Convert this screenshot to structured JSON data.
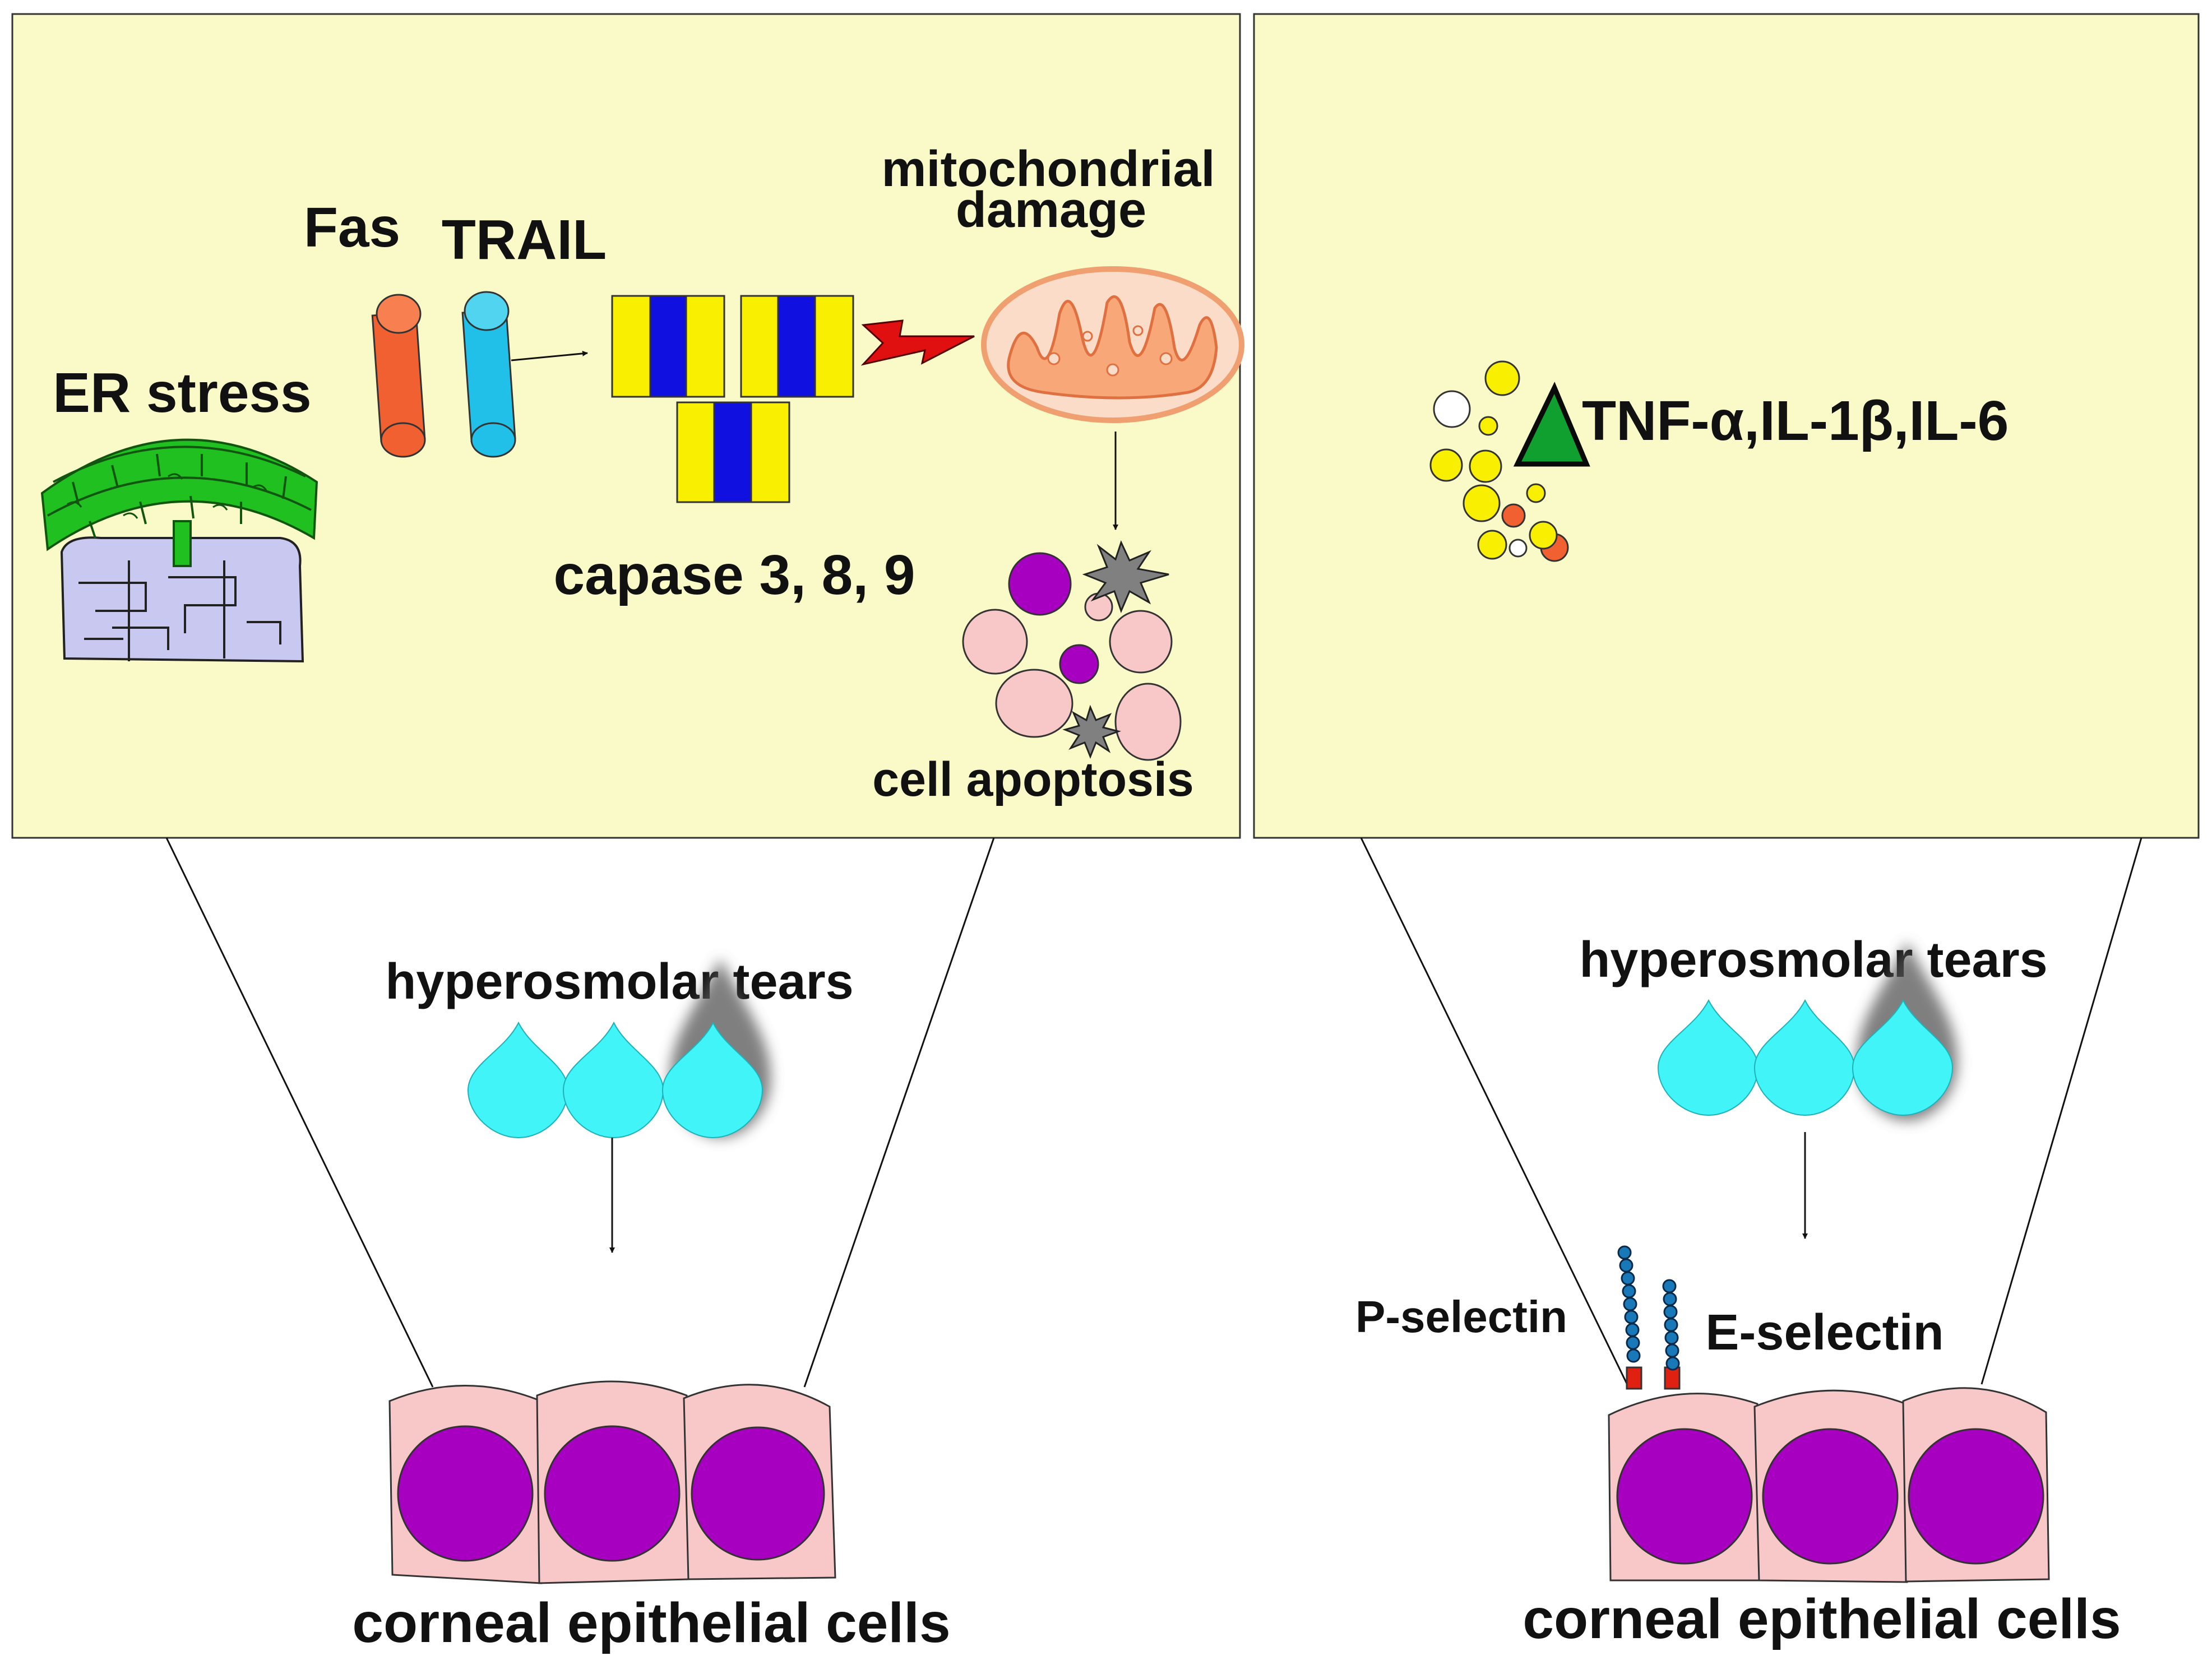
{
  "colors": {
    "panel_fill": "#fafac8",
    "panel_stroke": "#333333",
    "cell_fill": "#f8c8c8",
    "nucleus_fill": "#a800c0",
    "tear_fill": "#40f4f8",
    "er_green": "#20c020",
    "er_lavender": "#c8c8f0",
    "fas_orange": "#f06030",
    "trail_blue": "#20c0e8",
    "caspase_yellow": "#f8f000",
    "caspase_blue": "#1010e0",
    "bolt_red": "#e01010",
    "mito_orange": "#f0a070",
    "cytokine_green": "#10a030"
  },
  "left": {
    "er_stress": "ER stress",
    "fas": "Fas",
    "trail": "TRAIL",
    "mito_line1": "mitochondrial",
    "mito_line2": "damage",
    "caspase": "capase 3, 8, 9",
    "apoptosis": "cell apoptosis",
    "tears": "hyperosmolar tears",
    "cells": "corneal epithelial cells"
  },
  "right": {
    "cytokines": "TNF-α,IL-1β,IL-6",
    "tears": "hyperosmolar tears",
    "p_selectin": "P-selectin",
    "e_selectin": "E-selectin",
    "cells": "corneal epithelial cells"
  }
}
